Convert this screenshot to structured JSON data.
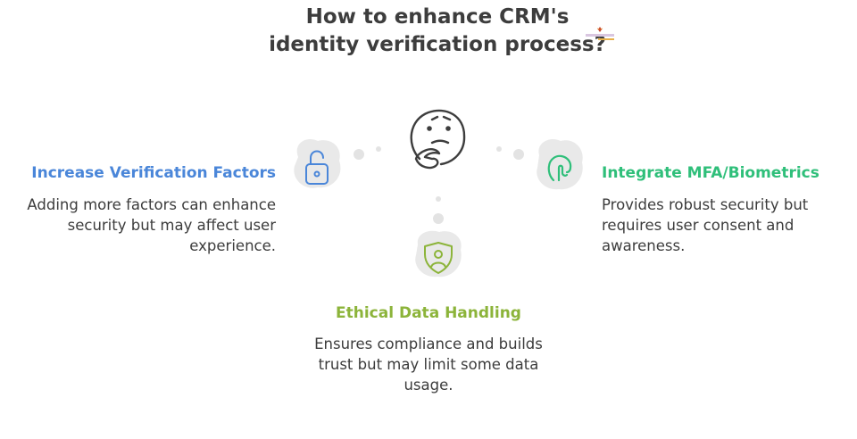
{
  "title": "How to enhance CRM's identity verification process?",
  "colors": {
    "left": "#4a86d9",
    "right": "#2fbf7a",
    "bottom": "#8cb43a",
    "blob": "#e9e9e9",
    "text": "#3c3c3c"
  },
  "center": {
    "icon": "thinking-face-icon"
  },
  "options": {
    "left": {
      "heading": "Increase Verification Factors",
      "description": "Adding more factors can enhance security but may affect user experience.",
      "icon": "padlock-icon"
    },
    "right": {
      "heading": "Integrate MFA/Biometrics",
      "description": "Provides robust security but requires user consent and awareness.",
      "icon": "fingerprint-icon"
    },
    "bottom": {
      "heading": "Ethical Data Handling",
      "description": "Ensures compliance and builds trust but may limit some data usage.",
      "icon": "shield-user-icon"
    }
  }
}
